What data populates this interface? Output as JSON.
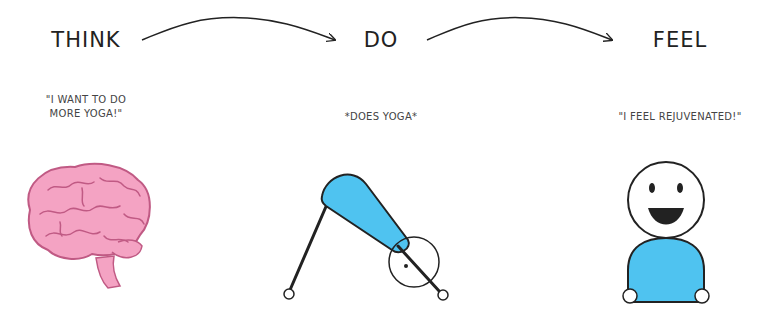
{
  "diagram": {
    "nodes": [
      {
        "text": [
          "THINK",
          "\"I WANT TO DO MORE YOGA!\""
        ]
      },
      {
        "text": [
          "DO",
          "*DOES YOGA*"
        ]
      },
      {
        "text": [
          "FEEL",
          "\"I FEEL REJUVENATED!\""
        ]
      }
    ],
    "edges": [
      {
        "from": 0,
        "to": 1,
        "arrow": "to"
      },
      {
        "from": 1,
        "to": 2,
        "arrow": "to"
      }
    ]
  }
}
